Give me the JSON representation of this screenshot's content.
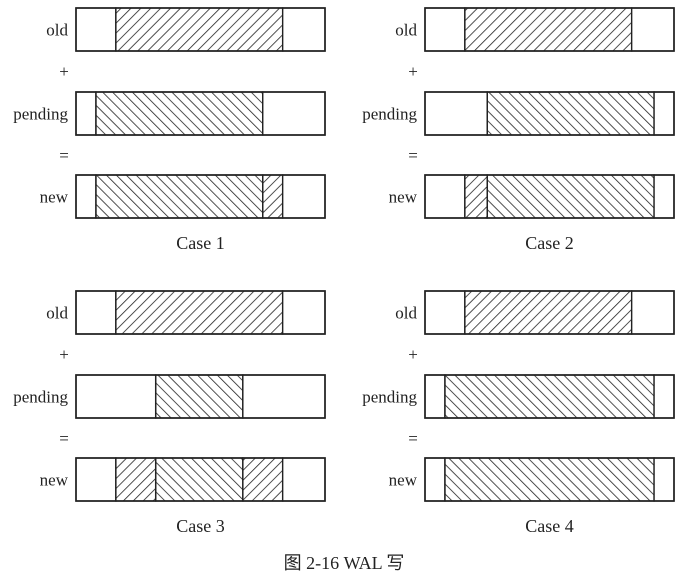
{
  "figure_caption": "图 2-16   WAL 写",
  "labels": {
    "old": "old",
    "pending": "pending",
    "new": "new",
    "plus": "+",
    "equals": "="
  },
  "cases": [
    {
      "title": "Case 1",
      "old": [
        {
          "from": 0.0,
          "to": 0.16,
          "fill": "blank"
        },
        {
          "from": 0.16,
          "to": 0.83,
          "fill": "fwd"
        },
        {
          "from": 0.83,
          "to": 1.0,
          "fill": "blank"
        }
      ],
      "pending": [
        {
          "from": 0.0,
          "to": 0.08,
          "fill": "blank"
        },
        {
          "from": 0.08,
          "to": 0.75,
          "fill": "back"
        },
        {
          "from": 0.75,
          "to": 1.0,
          "fill": "blank"
        }
      ],
      "new": [
        {
          "from": 0.0,
          "to": 0.08,
          "fill": "blank"
        },
        {
          "from": 0.08,
          "to": 0.75,
          "fill": "back"
        },
        {
          "from": 0.75,
          "to": 0.83,
          "fill": "fwd"
        },
        {
          "from": 0.83,
          "to": 1.0,
          "fill": "blank"
        }
      ]
    },
    {
      "title": "Case 2",
      "old": [
        {
          "from": 0.0,
          "to": 0.16,
          "fill": "blank"
        },
        {
          "from": 0.16,
          "to": 0.83,
          "fill": "fwd"
        },
        {
          "from": 0.83,
          "to": 1.0,
          "fill": "blank"
        }
      ],
      "pending": [
        {
          "from": 0.0,
          "to": 0.25,
          "fill": "blank"
        },
        {
          "from": 0.25,
          "to": 0.92,
          "fill": "back"
        },
        {
          "from": 0.92,
          "to": 1.0,
          "fill": "blank"
        }
      ],
      "new": [
        {
          "from": 0.0,
          "to": 0.16,
          "fill": "blank"
        },
        {
          "from": 0.16,
          "to": 0.25,
          "fill": "fwd"
        },
        {
          "from": 0.25,
          "to": 0.92,
          "fill": "back"
        },
        {
          "from": 0.92,
          "to": 1.0,
          "fill": "blank"
        }
      ]
    },
    {
      "title": "Case 3",
      "old": [
        {
          "from": 0.0,
          "to": 0.16,
          "fill": "blank"
        },
        {
          "from": 0.16,
          "to": 0.83,
          "fill": "fwd"
        },
        {
          "from": 0.83,
          "to": 1.0,
          "fill": "blank"
        }
      ],
      "pending": [
        {
          "from": 0.0,
          "to": 0.32,
          "fill": "blank"
        },
        {
          "from": 0.32,
          "to": 0.67,
          "fill": "back"
        },
        {
          "from": 0.67,
          "to": 1.0,
          "fill": "blank"
        }
      ],
      "new": [
        {
          "from": 0.0,
          "to": 0.16,
          "fill": "blank"
        },
        {
          "from": 0.16,
          "to": 0.32,
          "fill": "fwd"
        },
        {
          "from": 0.32,
          "to": 0.67,
          "fill": "back"
        },
        {
          "from": 0.67,
          "to": 0.83,
          "fill": "fwd"
        },
        {
          "from": 0.83,
          "to": 1.0,
          "fill": "blank"
        }
      ]
    },
    {
      "title": "Case 4",
      "old": [
        {
          "from": 0.0,
          "to": 0.16,
          "fill": "blank"
        },
        {
          "from": 0.16,
          "to": 0.83,
          "fill": "fwd"
        },
        {
          "from": 0.83,
          "to": 1.0,
          "fill": "blank"
        }
      ],
      "pending": [
        {
          "from": 0.0,
          "to": 0.08,
          "fill": "blank"
        },
        {
          "from": 0.08,
          "to": 0.92,
          "fill": "back"
        },
        {
          "from": 0.92,
          "to": 1.0,
          "fill": "blank"
        }
      ],
      "new": [
        {
          "from": 0.0,
          "to": 0.08,
          "fill": "blank"
        },
        {
          "from": 0.08,
          "to": 0.92,
          "fill": "back"
        },
        {
          "from": 0.92,
          "to": 1.0,
          "fill": "blank"
        }
      ]
    }
  ]
}
